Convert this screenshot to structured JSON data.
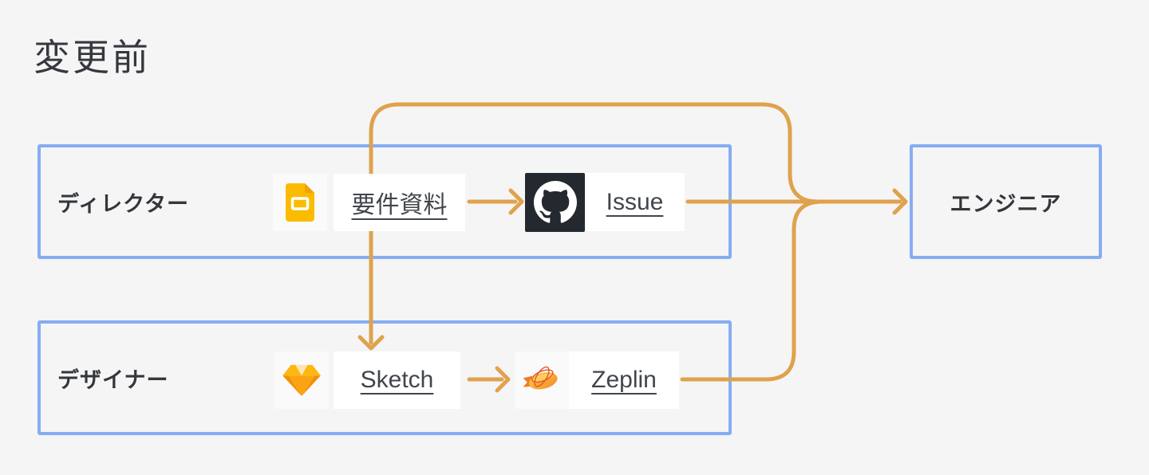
{
  "page": {
    "title": "変更前",
    "background_color": "#f5f5f6"
  },
  "colors": {
    "group_box_border": "#85adf2",
    "arrow": "#dfa24d",
    "heading_text": "#35383d",
    "link_text": "#41454c",
    "github_tile_bg": "#24292f",
    "icon_tile_bg": "#fafafa",
    "label_chip_bg": "#ffffff"
  },
  "diagram": {
    "groups": [
      {
        "id": "director",
        "label": "ディレクター"
      },
      {
        "id": "designer",
        "label": "デザイナー"
      },
      {
        "id": "engineer",
        "label": "エンジニア"
      }
    ],
    "nodes": [
      {
        "id": "requirements",
        "label": "要件資料",
        "icon": "google-slides-icon",
        "group": "director"
      },
      {
        "id": "issue",
        "label": "Issue",
        "icon": "github-icon",
        "group": "director"
      },
      {
        "id": "sketch",
        "label": "Sketch",
        "icon": "sketch-icon",
        "group": "designer"
      },
      {
        "id": "zeplin",
        "label": "Zeplin",
        "icon": "zeplin-icon",
        "group": "designer"
      }
    ],
    "edges": [
      {
        "from": "requirements",
        "to": "issue"
      },
      {
        "from": "requirements",
        "to": "sketch"
      },
      {
        "from": "requirements",
        "to": "engineer",
        "route": "top-bypass"
      },
      {
        "from": "issue",
        "to": "engineer"
      },
      {
        "from": "sketch",
        "to": "zeplin"
      },
      {
        "from": "zeplin",
        "to": "engineer",
        "route": "right-riser"
      }
    ]
  }
}
